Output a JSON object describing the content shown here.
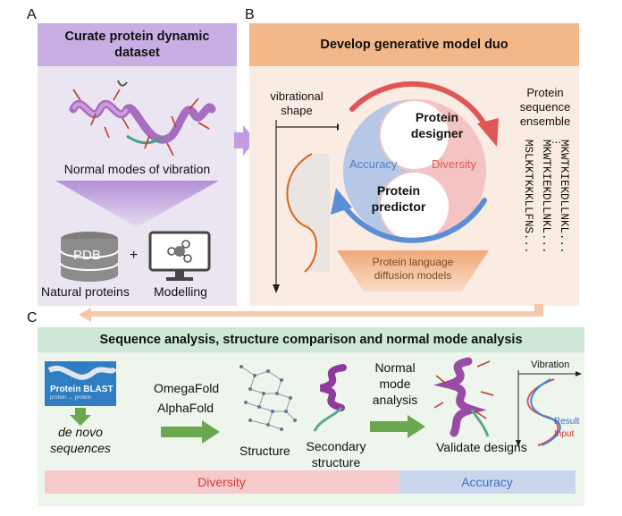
{
  "panel_a": {
    "letter": "A",
    "title": "Curate protein dynamic dataset",
    "caption": "Normal modes of vibration",
    "db_label": "PDB",
    "plus": "+",
    "natural_label": "Natural proteins",
    "modelling_label": "Modelling"
  },
  "panel_b": {
    "letter": "B",
    "title": "Develop generative model duo",
    "vib_label": "vibrational shape",
    "designer": "Protein designer",
    "predictor": "Protein predictor",
    "accuracy": "Accuracy",
    "diversity": "Diversity",
    "ensemble_label": "Protein sequence ensemble",
    "ellipsis": "...",
    "sequences": [
      "MKWTKIEKDLLNKL...",
      "MKWTKIEKDLLNKL...",
      "MSLKKTKKKLLFNS..."
    ],
    "plm_label": "Protein language diffusion models"
  },
  "panel_c": {
    "letter": "C",
    "title": "Sequence analysis, structure comparison and normal mode analysis",
    "blast_label": "Protein BLAST",
    "blast_sub": "protein → protein",
    "denovo": "de novo sequences",
    "omegafold": "OmegaFold",
    "alphafold": "AlphaFold",
    "structure": "Structure",
    "secondary": "Secondary structure",
    "nma": "Normal mode analysis",
    "validate": "Validate designs",
    "vibration": "Vibration",
    "result": "Result",
    "input": "Input",
    "diversity_bar": "Diversity",
    "accuracy_bar": "Accuracy"
  },
  "colors": {
    "purple": "#b48fd9",
    "orange": "#f2b88a",
    "green": "#6aa84f",
    "red": "#e05555",
    "blue": "#5b8ed6",
    "helix": "#8e3a9d"
  }
}
